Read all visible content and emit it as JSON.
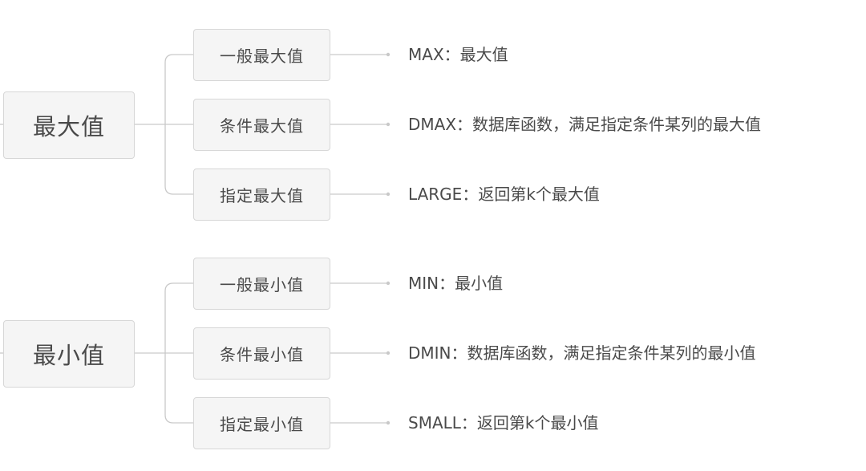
{
  "groups": [
    {
      "root": "最大值",
      "branches": [
        {
          "label": "一般最大值",
          "desc": "MAX：最大值"
        },
        {
          "label": "条件最大值",
          "desc": "DMAX：数据库函数，满足指定条件某列的最大值"
        },
        {
          "label": "指定最大值",
          "desc": "LARGE：返回第k个最大值"
        }
      ]
    },
    {
      "root": "最小值",
      "branches": [
        {
          "label": "一般最小值",
          "desc": "MIN：最小值"
        },
        {
          "label": "条件最小值",
          "desc": "DMIN：数据库函数，满足指定条件某列的最小值"
        },
        {
          "label": "指定最小值",
          "desc": "SMALL：返回第k个最小值"
        }
      ]
    }
  ],
  "colors": {
    "line": "#c9c9c9",
    "node_fill": "#f5f5f5",
    "node_border": "#d7d7d7",
    "text": "#4a4a4a"
  }
}
